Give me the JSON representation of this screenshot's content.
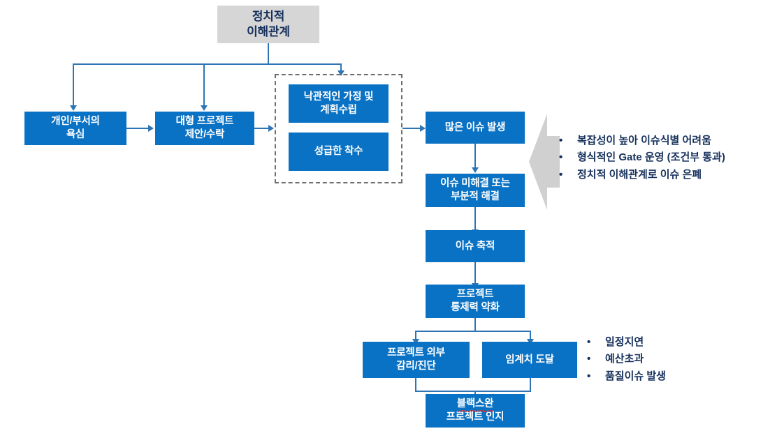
{
  "diagram": {
    "title_node": {
      "id": "political-interest",
      "text": "정치적\n이해관계",
      "fill": "#D6D6D6",
      "text_color": "#16305C"
    },
    "nodes": [
      {
        "id": "personal-department-desire",
        "text": "개인/부서의\n욕심",
        "fill": "#0A72C4",
        "text_color": "#FFFFFF"
      },
      {
        "id": "large-project-proposal",
        "text": "대형 프로젝트\n제안/수락",
        "fill": "#0A72C4",
        "text_color": "#FFFFFF"
      },
      {
        "id": "optimistic-assumption-plan",
        "text": "낙관적인 가정 및\n계획수립",
        "fill": "#0A72C4",
        "text_color": "#FFFFFF"
      },
      {
        "id": "hasty-start",
        "text": "성급한 착수",
        "fill": "#0A72C4",
        "text_color": "#FFFFFF"
      },
      {
        "id": "many-issues-occur",
        "text": "많은 이슈 발생",
        "fill": "#0A72C4",
        "text_color": "#FFFFFF"
      },
      {
        "id": "issues-unresolved-partial",
        "text": "이슈 미해결 또는\n부분적 해결",
        "fill": "#0A72C4",
        "text_color": "#FFFFFF"
      },
      {
        "id": "issue-accumulation",
        "text": "이슈 축적",
        "fill": "#0A72C4",
        "text_color": "#FFFFFF"
      },
      {
        "id": "project-control-weakening",
        "text": "프로젝트\n통제력 약화",
        "fill": "#0A72C4",
        "text_color": "#FFFFFF"
      },
      {
        "id": "external-audit-diagnosis",
        "text": "프로젝트 외부\n감리/진단",
        "fill": "#0A72C4",
        "text_color": "#FFFFFF"
      },
      {
        "id": "threshold-reached",
        "text": "임계치 도달",
        "fill": "#0A72C4",
        "text_color": "#FFFFFF"
      },
      {
        "id": "black-swan-project-recognition",
        "text_line1": "블랙스완",
        "text_line2": "프로젝트 인지",
        "fill": "#0A72C4",
        "text_color": "#FFFFFF",
        "spellcheck_underline": true
      }
    ],
    "callout_top": {
      "id": "issue-management-problems",
      "shape": "left-chevron",
      "shape_fill": "#D0D0D0",
      "items": [
        "복잡성이 높아 이슈식별 어려움",
        "형식적인 Gate 운영 (조건부 통과)",
        "정치적 이해관계로 이슈 은폐"
      ]
    },
    "callout_bottom": {
      "id": "project-impacts",
      "items": [
        "일정지연",
        "예산초과",
        "품질이슈 발생"
      ]
    },
    "style": {
      "connector_color": "#2E75B6",
      "dashed_border_color": "#6E6E6E",
      "bullet_glyph": "•"
    }
  }
}
